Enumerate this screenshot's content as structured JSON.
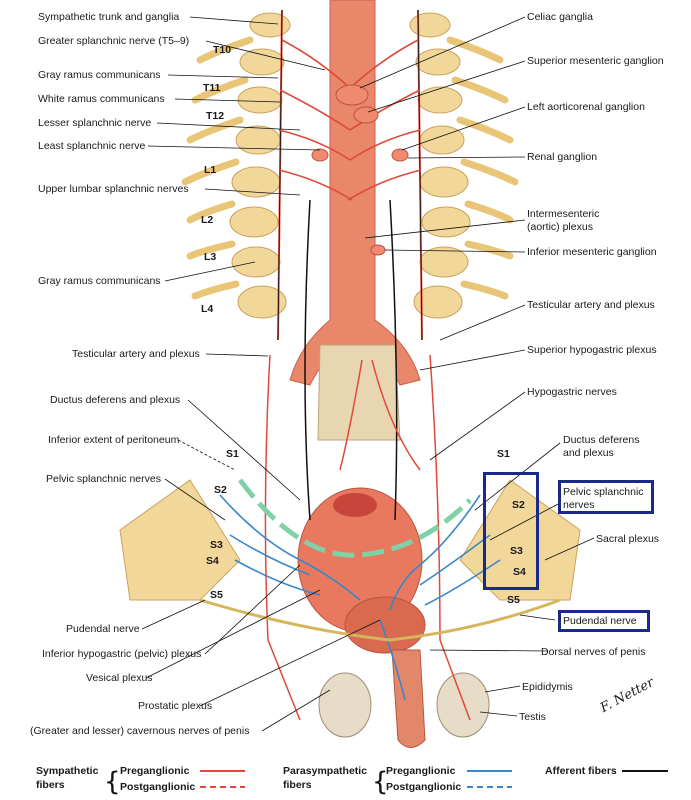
{
  "labels_left": [
    "Sympathetic trunk and ganglia",
    "Greater splanchnic nerve (T5–9)",
    "Gray ramus communicans",
    "White ramus communicans",
    "Lesser splanchnic nerve",
    "Least splanchnic nerve",
    "Upper lumbar splanchnic nerves",
    "Gray ramus communicans",
    "Testicular artery and plexus",
    "Ductus deferens and plexus",
    "Inferior extent of peritoneum",
    "Pelvic splanchnic nerves",
    "Pudendal nerve",
    "Inferior hypogastric (pelvic) plexus",
    "Vesical plexus",
    "Prostatic plexus",
    "(Greater and lesser) cavernous nerves of penis"
  ],
  "labels_right": [
    "Celiac ganglia",
    "Superior mesenteric ganglion",
    "Left aorticorenal ganglion",
    "Renal ganglion",
    "Intermesenteric",
    "(aortic) plexus",
    "Inferior mesenteric ganglion",
    "Testicular artery and plexus",
    "Superior hypogastric plexus",
    "Hypogastric nerves",
    "Ductus deferens",
    "and plexus",
    "Sacral plexus",
    "Dorsal nerves of penis",
    "Epididymis",
    "Testis"
  ],
  "boxed_labels": [
    "Pelvic splanchnic",
    "nerves",
    "Pudendal nerve"
  ],
  "segments_left": [
    "T10",
    "T11",
    "T12",
    "L1",
    "L2",
    "L3",
    "L4",
    "S1",
    "S2",
    "S3",
    "S4",
    "S5"
  ],
  "segments_right": [
    "S1",
    "S2",
    "S3",
    "S4",
    "S5"
  ],
  "legend": {
    "sympathetic": "Sympathetic",
    "sympathetic2": "fibers",
    "parasympathetic": "Parasympathetic",
    "parasympathetic2": "fibers",
    "preganglionic": "Preganglionic",
    "postganglionic": "Postganglionic",
    "afferent": "Afferent fibers"
  },
  "signature": "F. Netter",
  "colors": {
    "sympathetic": "#e0493a",
    "parasympathetic": "#3a86c8",
    "afferent": "#111111",
    "aorta": "#e9876a",
    "spine": "#f2d79a",
    "highlight_box": "#1b2a8a",
    "peritoneum": "#7fd2a8"
  }
}
